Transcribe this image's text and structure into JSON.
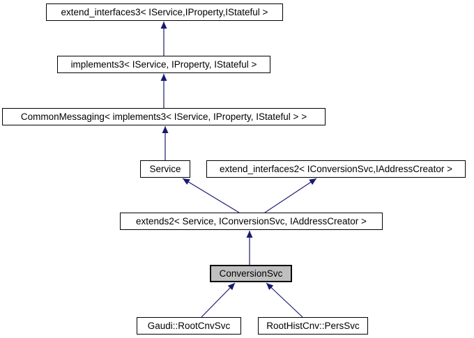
{
  "diagram": {
    "type": "class-inheritance-graph",
    "nodes": {
      "extend_interfaces3": "extend_interfaces3< IService,IProperty,IStateful >",
      "implements3": "implements3< IService, IProperty, IStateful >",
      "common_messaging": "CommonMessaging< implements3< IService, IProperty, IStateful > > ",
      "service": "Service",
      "extend_interfaces2": "extend_interfaces2< IConversionSvc,IAddressCreator >",
      "extends2": "extends2< Service, IConversionSvc, IAddressCreator >",
      "conversion_svc": "ConversionSvc",
      "gaudi_root_cnv_svc": "Gaudi::RootCnvSvc",
      "root_hist_cnv_pers_svc": "RootHistCnv::PersSvc"
    },
    "selected_node": "conversion_svc",
    "edges": [
      {
        "from": "implements3",
        "to": "extend_interfaces3"
      },
      {
        "from": "common_messaging",
        "to": "implements3"
      },
      {
        "from": "service",
        "to": "common_messaging"
      },
      {
        "from": "extends2",
        "to": "service"
      },
      {
        "from": "extends2",
        "to": "extend_interfaces2"
      },
      {
        "from": "conversion_svc",
        "to": "extends2"
      },
      {
        "from": "gaudi_root_cnv_svc",
        "to": "conversion_svc"
      },
      {
        "from": "root_hist_cnv_pers_svc",
        "to": "conversion_svc"
      }
    ]
  },
  "colors": {
    "arrow": "#191970",
    "node_border": "#000000",
    "node_fill": "#ffffff",
    "selected_fill": "#bfbfbf",
    "text": "#000000",
    "background": "#ffffff"
  }
}
